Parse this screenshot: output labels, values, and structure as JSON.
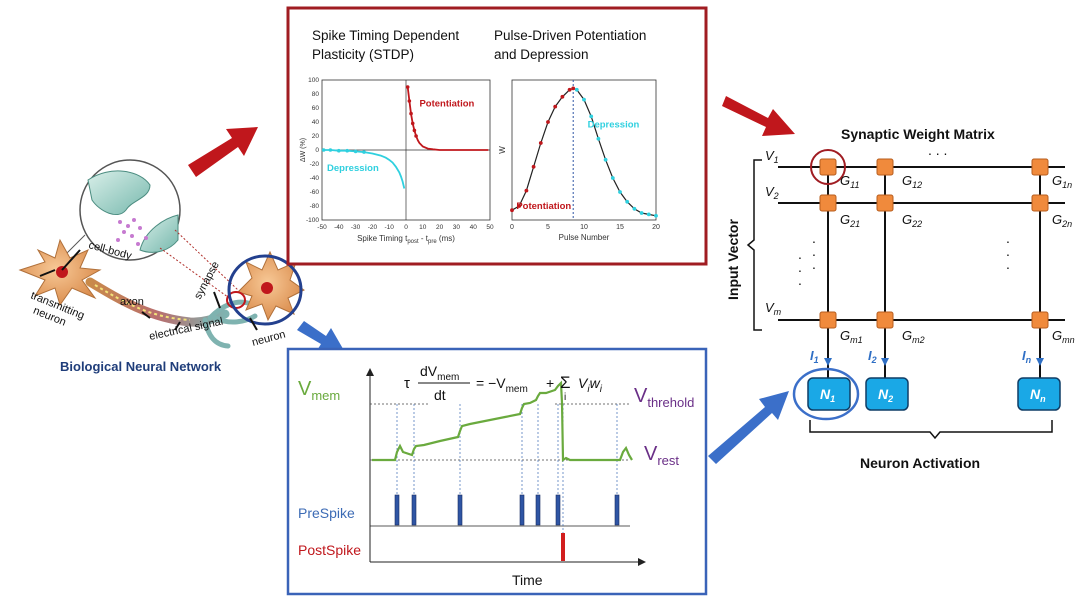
{
  "biological": {
    "caption": "Biological Neural Network",
    "labels": {
      "cell_body": "cell-body",
      "transmitting_neuron": "transmitting\nneuron",
      "axon": "axon",
      "electrical_signal": "electrical signal",
      "synapse": "synapse",
      "neuron": "neuron"
    }
  },
  "stdp_panel": {
    "title_left": [
      "Spike Timing Dependent",
      "Plasticity (STDP)"
    ],
    "title_right": [
      "Pulse-Driven Potentiation",
      "and Depression"
    ],
    "colors": {
      "border": "#a01c22",
      "potentiation": "#c0171c",
      "depression": "#2fd0df"
    },
    "chart_data": [
      {
        "type": "scatter",
        "xlabel": "Spike Timing t_post - t_pre (ms)",
        "ylabel": "ΔW (%)",
        "xlim": [
          -50,
          50
        ],
        "ylim": [
          -100,
          100
        ],
        "x_ticks": [
          "-50",
          "-40",
          "-30",
          "-20",
          "-10",
          "0",
          "10",
          "20",
          "30",
          "40",
          "50"
        ],
        "y_ticks": [
          "100",
          "80",
          "60",
          "40",
          "20",
          "0",
          "-20",
          "-40",
          "-60",
          "-80",
          "-100"
        ],
        "annotations": [
          "Potentiation",
          "Depression"
        ],
        "series": [
          {
            "points": [
              [
                1,
                90
              ],
              [
                2,
                70
              ],
              [
                3,
                52
              ],
              [
                4,
                38
              ],
              [
                5,
                28
              ],
              [
                6,
                20
              ],
              [
                7,
                14
              ],
              [
                8,
                10
              ],
              [
                10,
                5
              ],
              [
                13,
                2
              ],
              [
                16,
                1
              ],
              [
                20,
                0
              ],
              [
                25,
                0
              ],
              [
                30,
                0
              ],
              [
                35,
                0
              ],
              [
                40,
                0
              ],
              [
                45,
                0
              ],
              [
                49,
                0
              ]
            ]
          },
          {
            "points": [
              [
                -49,
                0
              ],
              [
                -45,
                0
              ],
              [
                -40,
                -1
              ],
              [
                -35,
                -1
              ],
              [
                -30,
                -2
              ],
              [
                -25,
                -3
              ],
              [
                -20,
                -5
              ],
              [
                -15,
                -8
              ],
              [
                -12,
                -11
              ],
              [
                -10,
                -14
              ],
              [
                -8,
                -18
              ],
              [
                -6,
                -24
              ],
              [
                -4,
                -32
              ],
              [
                -3,
                -38
              ],
              [
                -2,
                -45
              ],
              [
                -1,
                -55
              ]
            ]
          }
        ]
      },
      {
        "type": "line",
        "xlabel": "Pulse Number",
        "ylabel": "W",
        "xlim": [
          0,
          20
        ],
        "x_ticks": [
          "0",
          "5",
          "10",
          "15",
          "20"
        ],
        "annotations": [
          "Potentiation",
          "Depression"
        ],
        "series": [
          {
            "points": [
              [
                0,
                0.07
              ],
              [
                1,
                0.1
              ],
              [
                2,
                0.21
              ],
              [
                3,
                0.38
              ],
              [
                4,
                0.55
              ],
              [
                5,
                0.7
              ],
              [
                6,
                0.81
              ],
              [
                7,
                0.88
              ],
              [
                8,
                0.93
              ],
              [
                8.5,
                0.94
              ]
            ]
          },
          {
            "points": [
              [
                9,
                0.93
              ],
              [
                10,
                0.86
              ],
              [
                11,
                0.74
              ],
              [
                12,
                0.58
              ],
              [
                13,
                0.43
              ],
              [
                14,
                0.3
              ],
              [
                15,
                0.2
              ],
              [
                16,
                0.13
              ],
              [
                17,
                0.08
              ],
              [
                18,
                0.05
              ],
              [
                19,
                0.04
              ],
              [
                20,
                0.03
              ]
            ]
          }
        ]
      }
    ]
  },
  "neuron_panel": {
    "v_mem": "V",
    "v_mem_sub": "mem",
    "v_threshold": "V",
    "v_threshold_sub": "threhold",
    "v_rest": "V",
    "v_rest_sub": "rest",
    "prespike": "PreSpike",
    "postspike": "PostSpike",
    "time": "Time",
    "equation": {
      "tau": "τ",
      "num": "dV",
      "num_sub": "mem",
      "den": "dt",
      "rhs": "= −V",
      "rhs_sub": "mem",
      "plus": "+",
      "sum": "Σ",
      "sum_index": "i",
      "term": "V",
      "term_sub1": "i",
      "term_w": "w",
      "term_sub2": "i"
    },
    "colors": {
      "border": "#3a63b8",
      "membrane": "#6aaa3e",
      "spike": "#2f55a4",
      "postspike": "#d21e1e",
      "purple": "#6a2f87",
      "blue_text": "#3c6bb5"
    }
  },
  "crossbar": {
    "title": "Synaptic Weight Matrix",
    "input_vector": "Input Vector",
    "neuron_activation": "Neuron Activation",
    "rows": [
      {
        "v": "V",
        "v_sub": "1",
        "g": [
          [
            "G",
            "11"
          ],
          [
            "G",
            "12"
          ],
          [
            "G",
            "1n"
          ]
        ]
      },
      {
        "v": "V",
        "v_sub": "2",
        "g": [
          [
            "G",
            "21"
          ],
          [
            "G",
            "22"
          ],
          [
            "G",
            "2n"
          ]
        ]
      },
      {
        "v": "V",
        "v_sub": "m",
        "g": [
          [
            "G",
            "m1"
          ],
          [
            "G",
            "m2"
          ],
          [
            "G",
            "mn"
          ]
        ]
      }
    ],
    "currents": [
      [
        "I",
        "1"
      ],
      [
        "I",
        "2"
      ],
      [
        "I",
        "n"
      ]
    ],
    "neurons": [
      [
        "N",
        "1"
      ],
      [
        "N",
        "2"
      ],
      [
        "N",
        "n"
      ]
    ],
    "colors": {
      "node": "#f08a3c",
      "neuron": "#1aa8e6",
      "current": "#2f6fc5"
    }
  },
  "arrows": {
    "colors": {
      "red": "#c0171c",
      "blue": "#3b6fc9"
    }
  }
}
